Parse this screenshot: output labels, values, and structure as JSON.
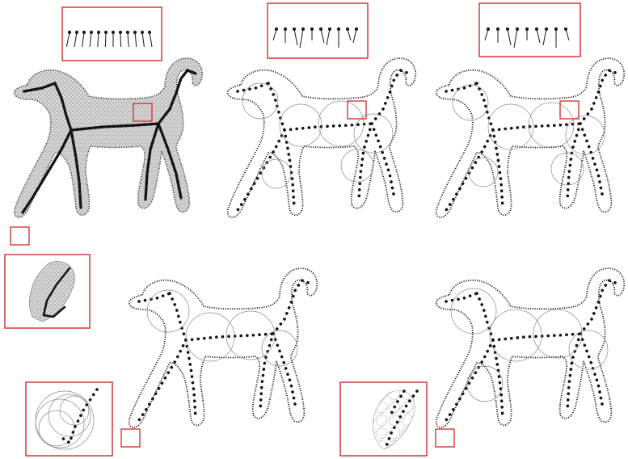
{
  "figure": {
    "panels": [
      {
        "id": "input-mesh",
        "style": "mesh",
        "render": "dense"
      },
      {
        "id": "skeleton-method-a",
        "style": "spheres",
        "render": "dense"
      },
      {
        "id": "skeleton-method-b",
        "style": "spheres",
        "render": "dense"
      },
      {
        "id": "skeleton-method-c",
        "style": "spheres",
        "render": "sparse"
      },
      {
        "id": "skeleton-method-d",
        "style": "spheres",
        "render": "light"
      }
    ],
    "colors": {
      "highlight_box": "#d42a2a",
      "skeleton": "#151515",
      "mesh": "#555555",
      "spheres": "#8a8a8a"
    }
  }
}
